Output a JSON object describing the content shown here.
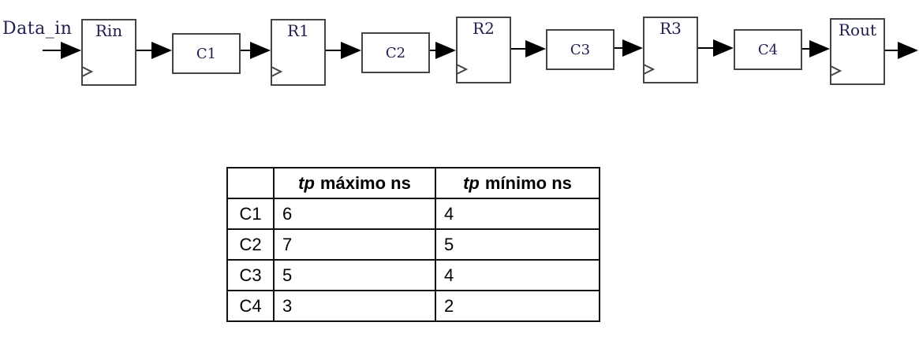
{
  "diagram": {
    "input_label": "Data_in",
    "stages": [
      {
        "kind": "register",
        "label": "Rin"
      },
      {
        "kind": "logic",
        "label": "C1"
      },
      {
        "kind": "register",
        "label": "R1"
      },
      {
        "kind": "logic",
        "label": "C2"
      },
      {
        "kind": "register",
        "label": "R2"
      },
      {
        "kind": "logic",
        "label": "C3"
      },
      {
        "kind": "register",
        "label": "R3"
      },
      {
        "kind": "logic",
        "label": "C4"
      },
      {
        "kind": "register",
        "label": "Rout"
      }
    ]
  },
  "table": {
    "headers": {
      "corner": "",
      "tp": "tp",
      "max_rest": "máximo ns",
      "min_rest": "mínimo ns"
    },
    "rows": [
      {
        "name": "C1",
        "tp_max": "6",
        "tp_min": "4"
      },
      {
        "name": "C2",
        "tp_max": "7",
        "tp_min": "5"
      },
      {
        "name": "C3",
        "tp_max": "5",
        "tp_min": "4"
      },
      {
        "name": "C4",
        "tp_max": "3",
        "tp_min": "2"
      }
    ]
  },
  "colors": {
    "box_border": "#444444",
    "arrow": "#000000",
    "diagram_text": "#1e1e4f",
    "table_border": "#111111"
  }
}
